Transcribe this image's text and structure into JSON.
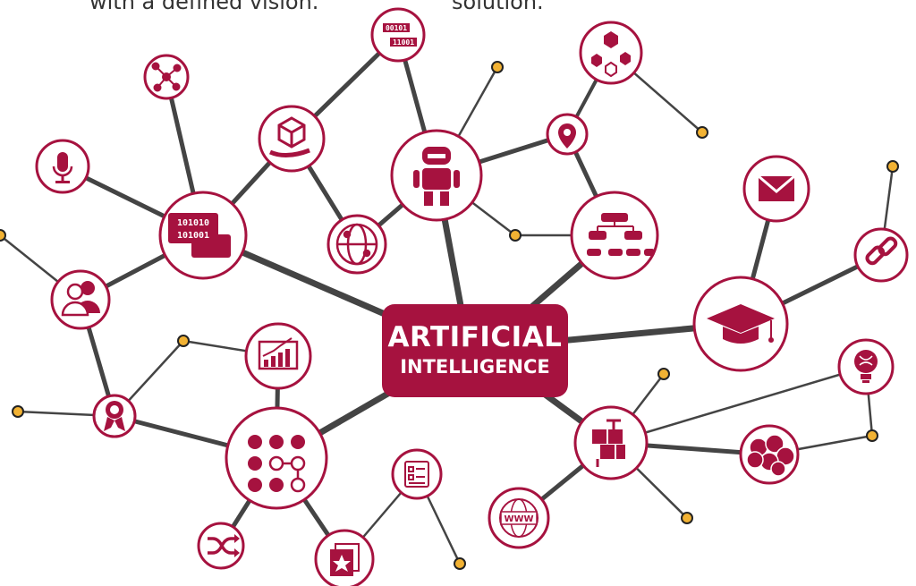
{
  "header": {
    "left_fragment": "with a defined vision.",
    "right_fragment": "solution."
  },
  "center": {
    "line1": "ARTIFICIAL",
    "line2": "INTELLIGENCE"
  },
  "icons": {
    "data_stream_label_1": "00101",
    "data_stream_label_2": "11001",
    "binary_chat_line_1": "101010",
    "binary_chat_line_2": "101001",
    "www_label": "WWW"
  },
  "colors": {
    "accent": "#a6123f",
    "line": "#444444",
    "dot": "#f2b233"
  }
}
